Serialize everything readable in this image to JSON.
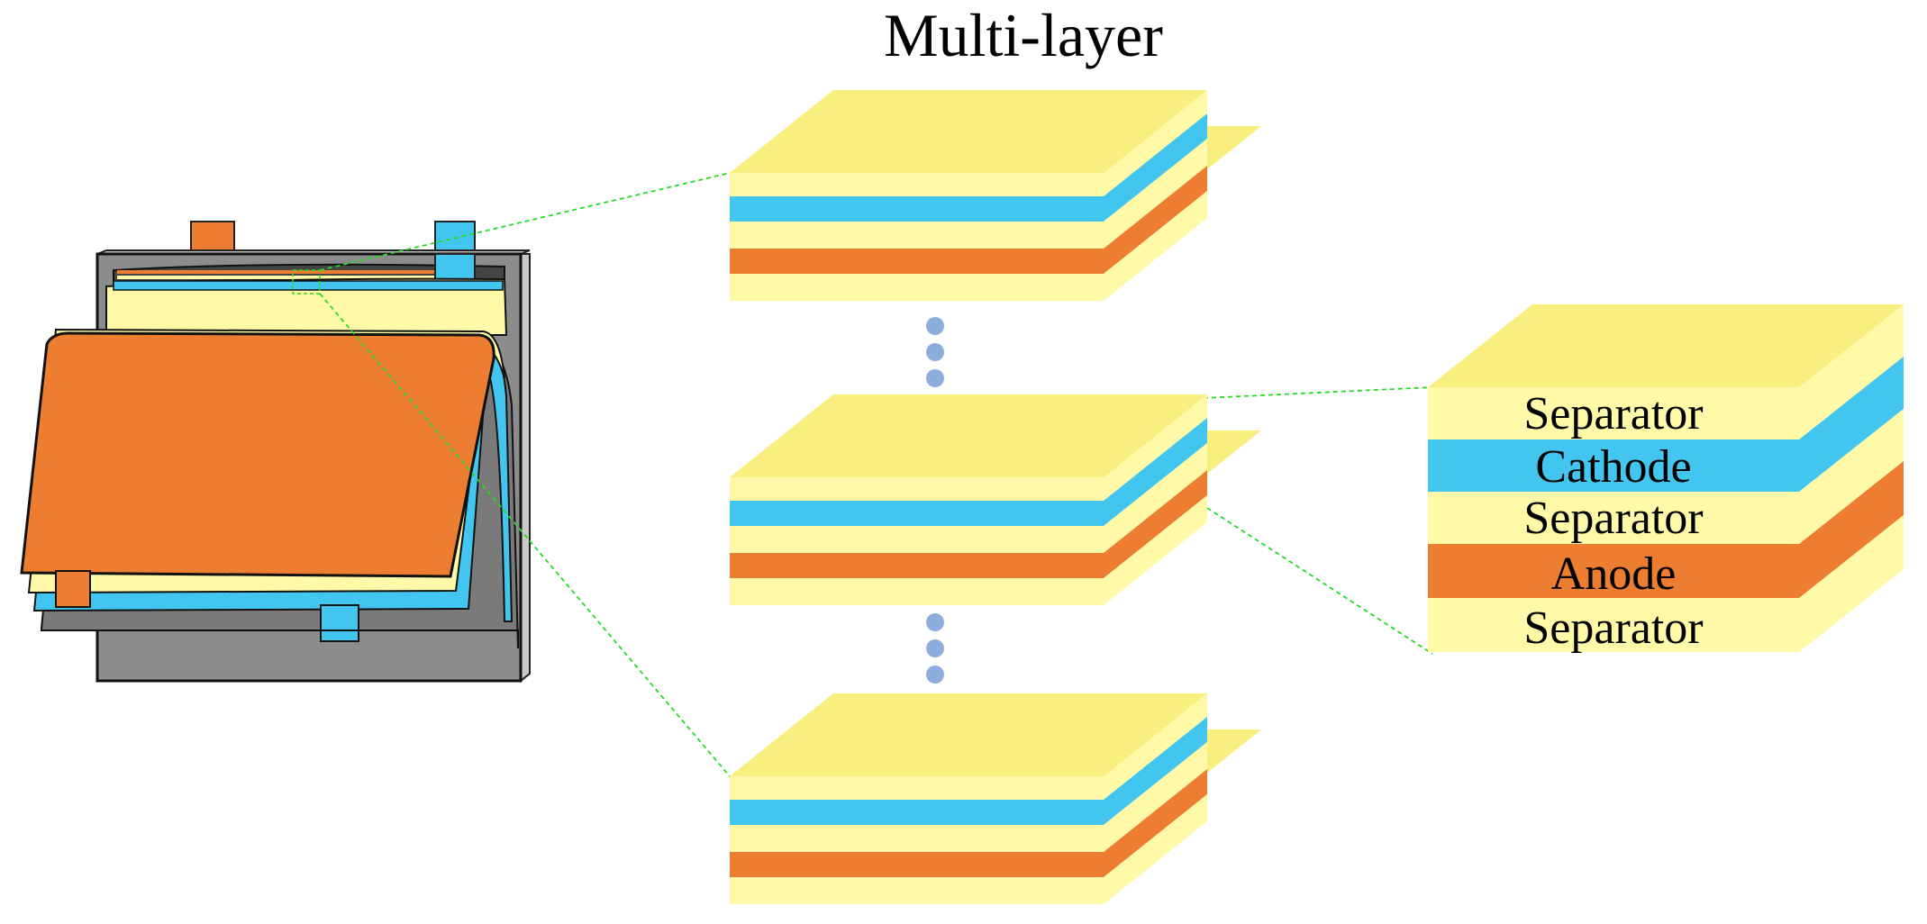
{
  "title": "Multi-layer",
  "layer_labels": [
    "Separator",
    "Cathode",
    "Separator",
    "Anode",
    "Separator"
  ],
  "colors": {
    "separator": "#fff9a8",
    "separator_top": "#f8ef7e",
    "cathode": "#42c6ef",
    "anode": "#ed7d31",
    "casing": "#8c8c8c",
    "casing_edge": "#c8c8c8",
    "dots": "#8daedb",
    "zoom_lines": "#22dd22"
  }
}
